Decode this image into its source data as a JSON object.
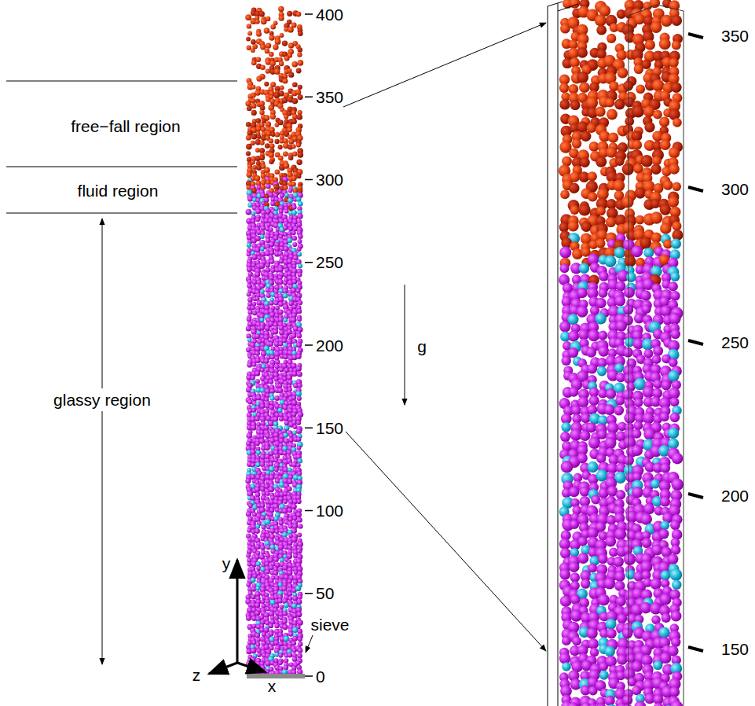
{
  "diagram": {
    "labels": [
      "400",
      "350",
      "300",
      "250",
      "200",
      "150",
      "100",
      "50",
      "0",
      "free−fall region",
      "fluid region",
      "glassy region",
      "g",
      "y",
      "z",
      "x",
      "sieve",
      "350",
      "300",
      "250",
      "200",
      "150"
    ]
  }
}
